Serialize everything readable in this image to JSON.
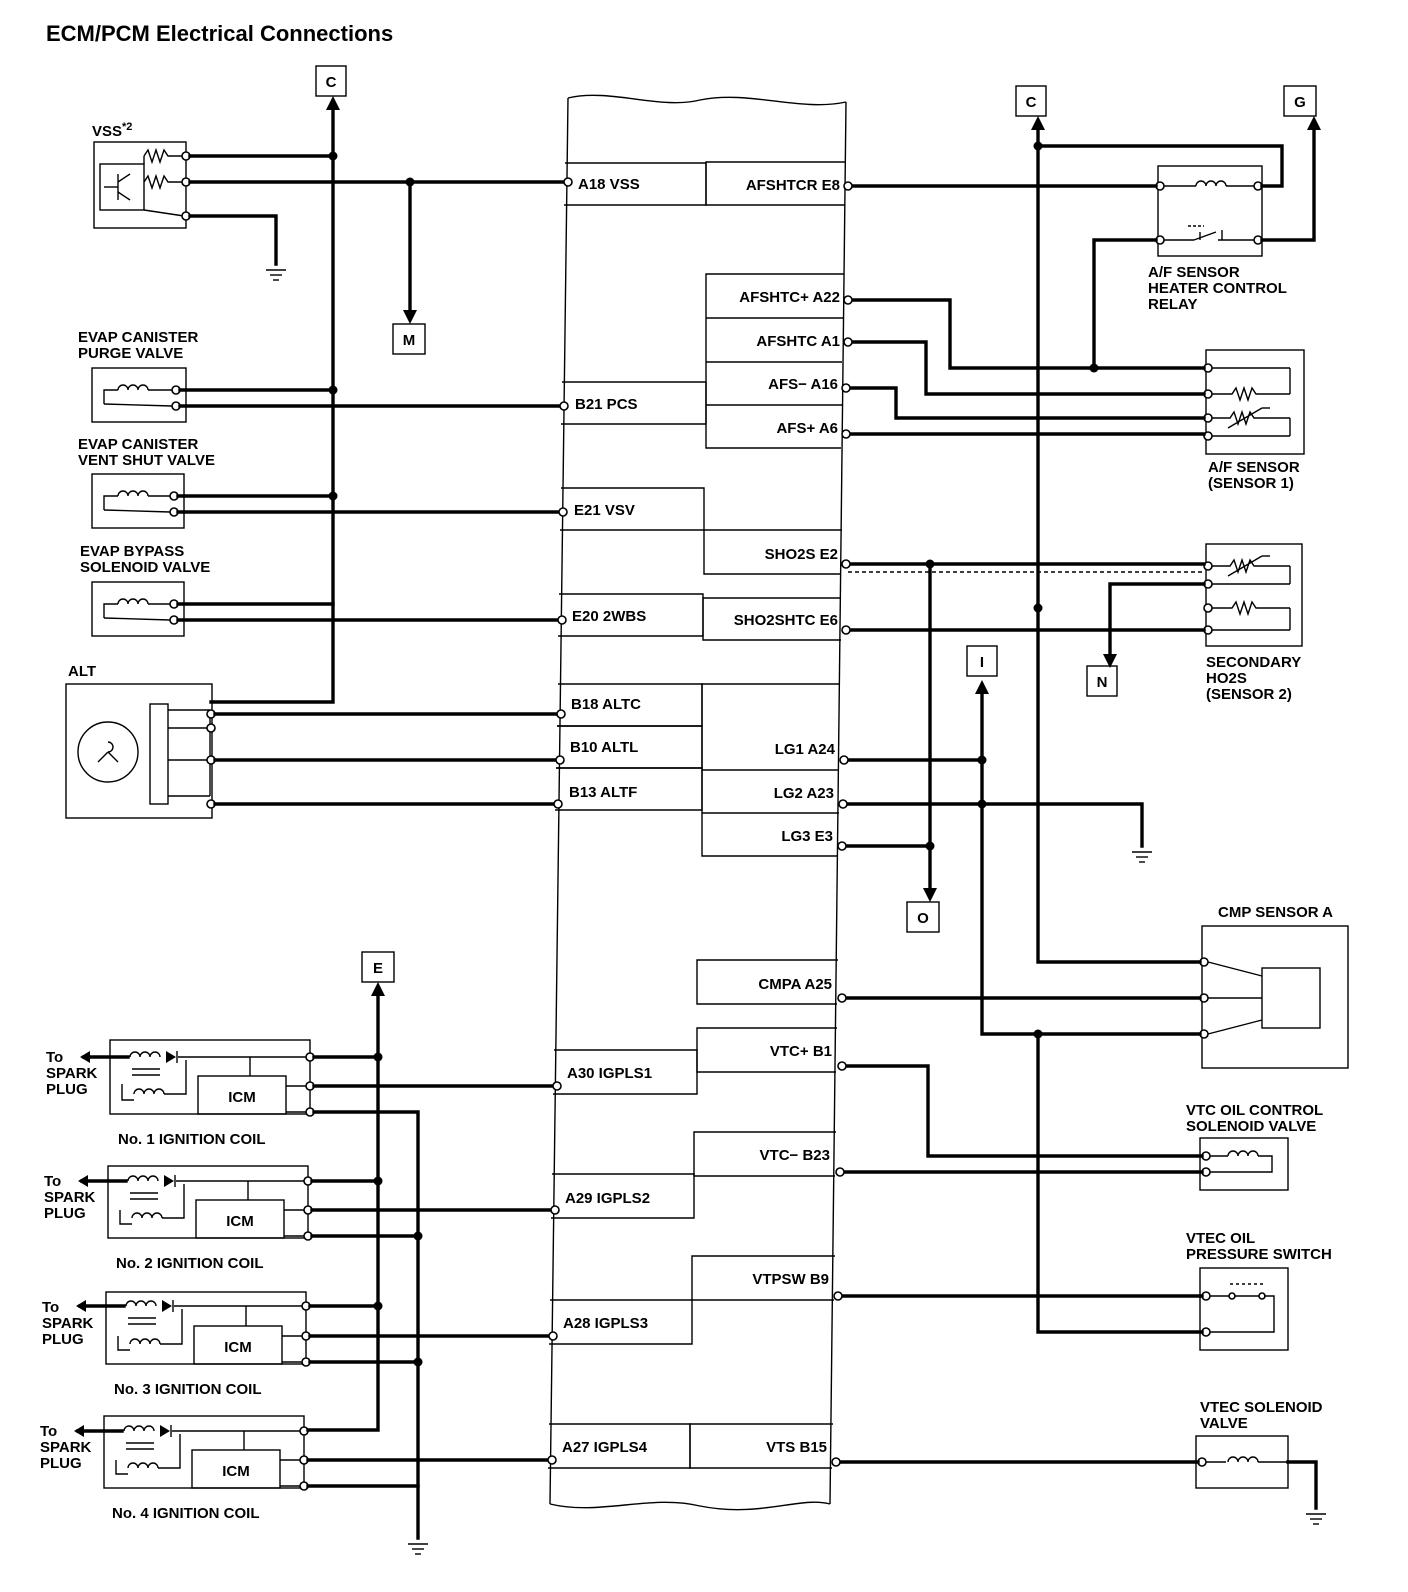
{
  "title": "ECM/PCM Electrical Connections",
  "markers": {
    "c1": "C",
    "c2": "C",
    "g": "G",
    "m": "M",
    "n": "N",
    "i": "I",
    "o": "O",
    "e": "E"
  },
  "components": {
    "vss": "VSS",
    "vss_note": "*2",
    "evap_purge": [
      "EVAP CANISTER",
      "PURGE VALVE"
    ],
    "evap_vent": [
      "EVAP CANISTER",
      "VENT SHUT VALVE"
    ],
    "evap_bypass": [
      "EVAP BYPASS",
      "SOLENOID VALVE"
    ],
    "alt": "ALT",
    "af_relay": [
      "A/F SENSOR",
      "HEATER CONTROL",
      "RELAY"
    ],
    "af_sensor": [
      "A/F SENSOR",
      "(SENSOR 1)"
    ],
    "sec_ho2s": [
      "SECONDARY",
      "HO2S",
      "(SENSOR 2)"
    ],
    "cmp": "CMP SENSOR A",
    "vtc_valve": [
      "VTC OIL CONTROL",
      "SOLENOID VALVE"
    ],
    "vtec_switch": [
      "VTEC OIL",
      "PRESSURE SWITCH"
    ],
    "vtec_solenoid": [
      "VTEC SOLENOID",
      "VALVE"
    ],
    "to_spark": [
      "To",
      "SPARK",
      "PLUG"
    ],
    "icm": "ICM",
    "coils": [
      "No. 1 IGNITION COIL",
      "No. 2 IGNITION COIL",
      "No. 3 IGNITION COIL",
      "No. 4 IGNITION COIL"
    ]
  },
  "pins_left": [
    "A18 VSS",
    "B21 PCS",
    "E21 VSV",
    "E20 2WBS",
    "B18 ALTC",
    "B10 ALTL",
    "B13 ALTF",
    "A30 IGPLS1",
    "A29 IGPLS2",
    "A28 IGPLS3",
    "A27 IGPLS4"
  ],
  "pins_right": [
    "AFSHTCR E8",
    "AFSHTC+ A22",
    "AFSHTC A1",
    "AFS− A16",
    "AFS+ A6",
    "SHO2S E2",
    "SHO2SHTC E6",
    "LG1 A24",
    "LG2 A23",
    "LG3 E3",
    "CMPA A25",
    "VTC+ B1",
    "VTC− B23",
    "VTPSW B9",
    "VTS B15"
  ]
}
